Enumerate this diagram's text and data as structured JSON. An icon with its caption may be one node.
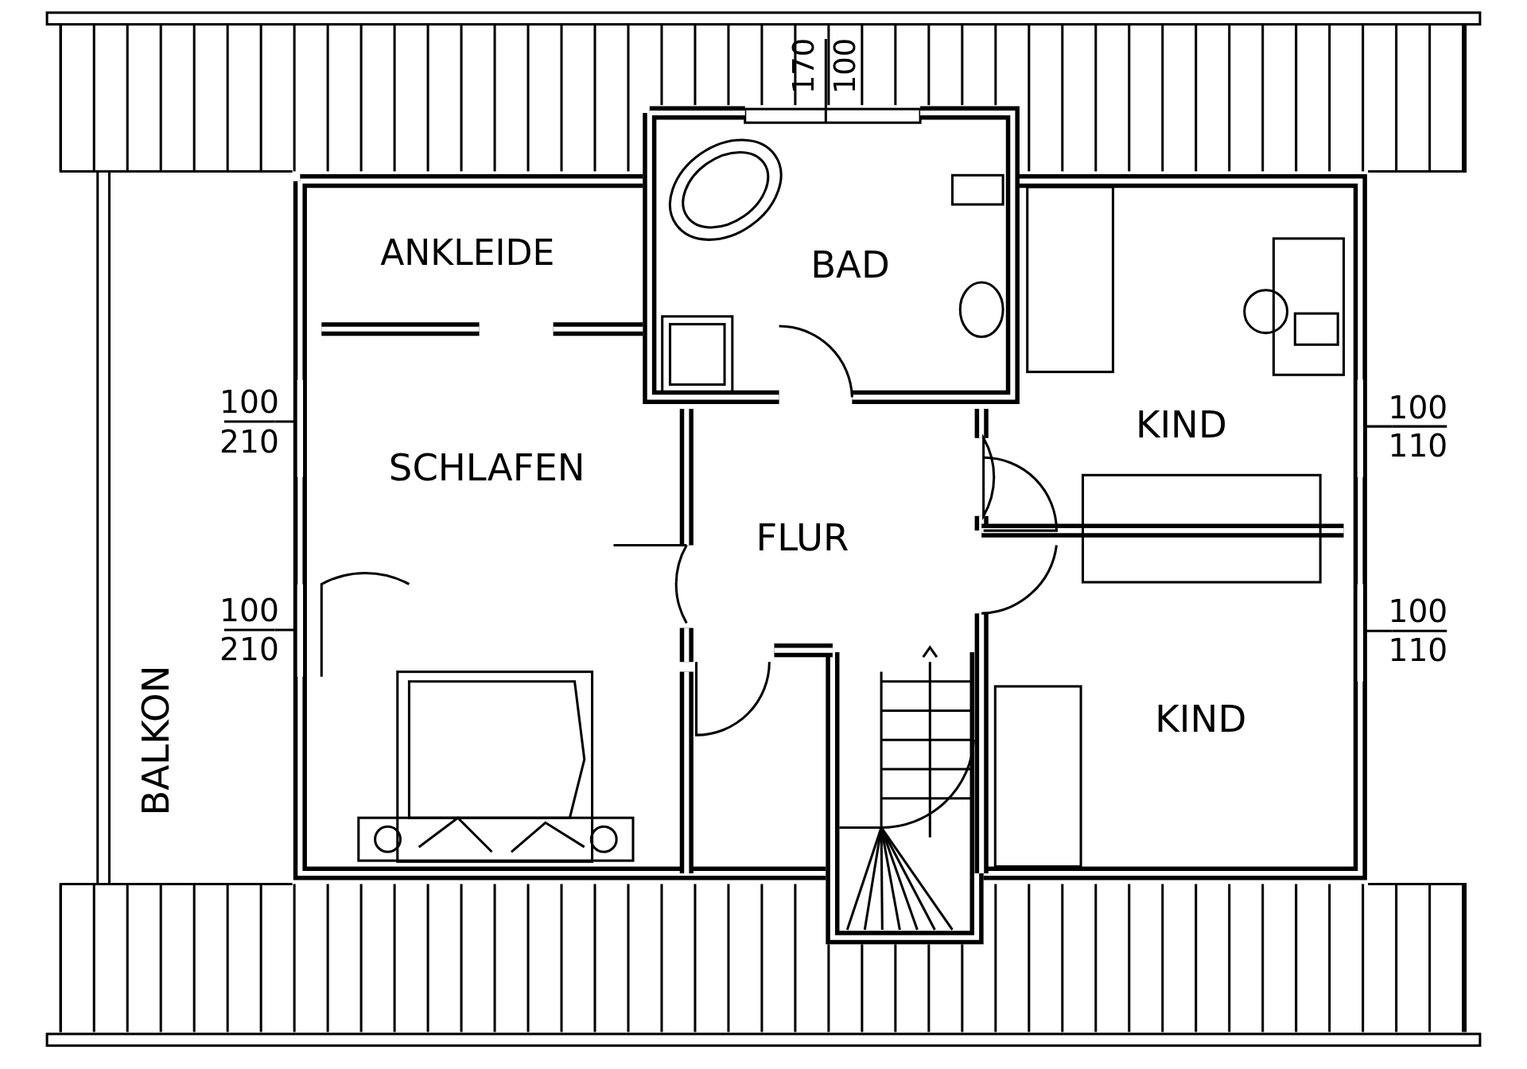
{
  "diagram": {
    "labels": [
      "170",
      "100",
      "ANKLEIDE",
      "BAD",
      "100",
      "210",
      "SCHLAFEN",
      "KIND",
      "100",
      "110",
      "FLUR",
      "100",
      "210",
      "100",
      "110",
      "KIND",
      "BALKON"
    ]
  }
}
